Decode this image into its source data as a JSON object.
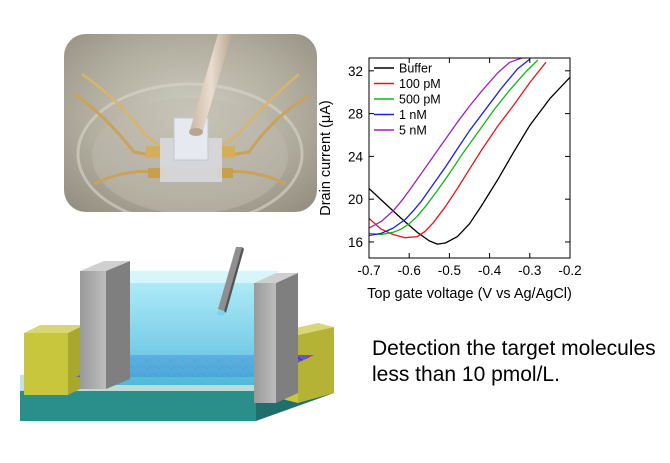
{
  "caption": {
    "line1": "Detection the target molecules",
    "line2": "less than 10 pmol/L."
  },
  "chart_data": {
    "type": "line",
    "xlabel": "Top gate voltage (V vs Ag/AgCl)",
    "ylabel": "Drain current (μA)",
    "xlim": [
      -0.7,
      -0.2
    ],
    "ylim": [
      14.5,
      33.2
    ],
    "xticks": [
      -0.7,
      -0.6,
      -0.5,
      -0.4,
      -0.3,
      -0.2
    ],
    "yticks": [
      16,
      20,
      24,
      28,
      32
    ],
    "legend_position": "top-left",
    "series": [
      {
        "name": "Buffer",
        "color": "#000000",
        "x": [
          -0.7,
          -0.66,
          -0.62,
          -0.58,
          -0.55,
          -0.53,
          -0.51,
          -0.48,
          -0.45,
          -0.42,
          -0.38,
          -0.34,
          -0.3,
          -0.25,
          -0.2
        ],
        "y": [
          21.0,
          19.6,
          18.2,
          16.9,
          16.1,
          15.8,
          15.9,
          16.5,
          17.7,
          19.4,
          21.8,
          24.4,
          26.9,
          29.4,
          31.4
        ]
      },
      {
        "name": "100 pM",
        "color": "#e8141c",
        "x": [
          -0.7,
          -0.67,
          -0.64,
          -0.61,
          -0.58,
          -0.56,
          -0.54,
          -0.51,
          -0.48,
          -0.45,
          -0.42,
          -0.38,
          -0.34,
          -0.3,
          -0.26
        ],
        "y": [
          18.2,
          17.2,
          16.7,
          16.4,
          16.5,
          17.0,
          17.8,
          19.3,
          21.0,
          22.8,
          24.6,
          26.8,
          28.8,
          30.9,
          32.8
        ]
      },
      {
        "name": "500 pM",
        "color": "#14b514",
        "x": [
          -0.7,
          -0.67,
          -0.64,
          -0.62,
          -0.6,
          -0.58,
          -0.56,
          -0.53,
          -0.5,
          -0.47,
          -0.43,
          -0.39,
          -0.35,
          -0.31,
          -0.28
        ],
        "y": [
          16.8,
          16.7,
          16.9,
          17.2,
          17.7,
          18.4,
          19.3,
          20.8,
          22.4,
          24.1,
          26.2,
          28.3,
          30.2,
          31.9,
          33.0
        ]
      },
      {
        "name": "1 nM",
        "color": "#1a22d8",
        "x": [
          -0.7,
          -0.67,
          -0.64,
          -0.61,
          -0.59,
          -0.57,
          -0.54,
          -0.51,
          -0.48,
          -0.45,
          -0.41,
          -0.37,
          -0.33,
          -0.3
        ],
        "y": [
          16.6,
          16.8,
          17.3,
          18.1,
          18.9,
          19.8,
          21.4,
          23.0,
          24.7,
          26.4,
          28.4,
          30.4,
          32.2,
          33.1
        ]
      },
      {
        "name": "5 nM",
        "color": "#a020b8",
        "x": [
          -0.7,
          -0.67,
          -0.64,
          -0.62,
          -0.6,
          -0.57,
          -0.54,
          -0.51,
          -0.48,
          -0.45,
          -0.42,
          -0.38,
          -0.35,
          -0.32
        ],
        "y": [
          17.3,
          17.9,
          18.9,
          19.8,
          20.8,
          22.4,
          24.0,
          25.6,
          27.2,
          28.7,
          30.1,
          31.8,
          32.8,
          33.2
        ]
      }
    ]
  }
}
